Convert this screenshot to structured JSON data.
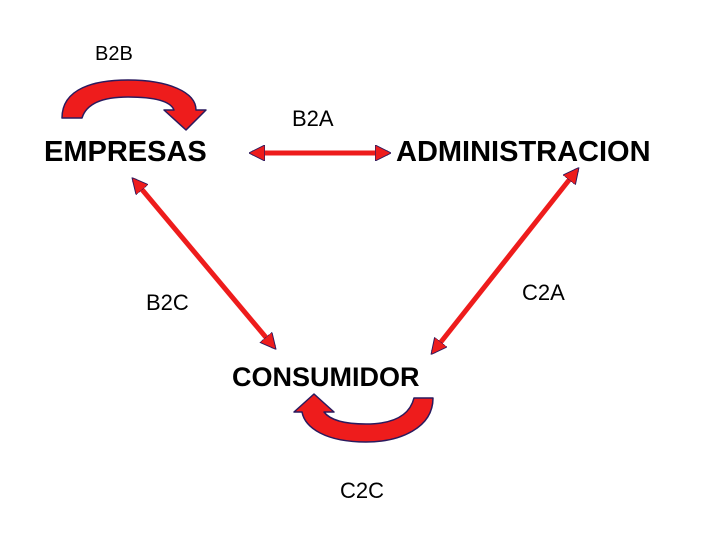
{
  "nodes": {
    "empresas": "EMPRESAS",
    "administracion": "ADMINISTRACION",
    "consumidor": "CONSUMIDOR"
  },
  "edges": {
    "b2b": "B2B",
    "b2a": "B2A",
    "b2c": "B2C",
    "c2a": "C2A",
    "c2c": "C2C"
  },
  "colors": {
    "arrow_fill": "#ee1c1c",
    "arrow_stroke": "#2a1a5e",
    "text": "#000000"
  }
}
